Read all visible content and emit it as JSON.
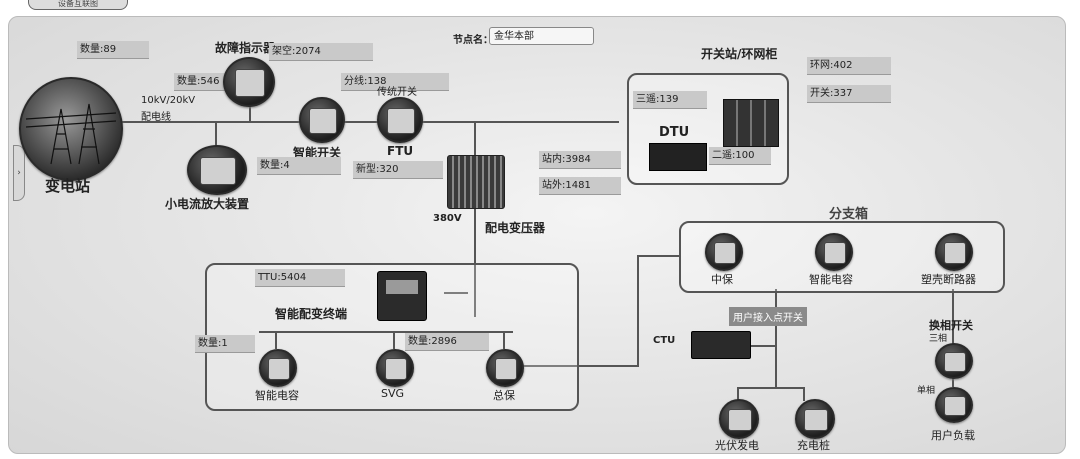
{
  "header_tab": "设备互联图",
  "node_name": {
    "label": "节点名：",
    "value": "金华本部"
  },
  "substation": {
    "title": "变电站",
    "count_tag": "数量:89"
  },
  "line_label": {
    "voltage": "10kV/20kV",
    "name": "配电线",
    "count_tag": "数量:546"
  },
  "fault_indicator": {
    "title": "故障指示器",
    "tag": "架空:2074"
  },
  "smart_switch": {
    "title": "智能开关",
    "tag_branch": "分线:138",
    "tag_new": "新型:320"
  },
  "ftu": {
    "title": "FTU",
    "tag": "传统开关"
  },
  "current_amp": {
    "title": "小电流放大装置",
    "tag": "数量:4"
  },
  "switch_station": {
    "title": "开关站/环网柜",
    "dtu": "DTU",
    "tag_ring": "环网:402",
    "tag_switch": "开关:337",
    "tag_three": "三遥:139",
    "tag_two": "二遥:100"
  },
  "transformer": {
    "title": "配电变压器",
    "voltage": "380V",
    "tag_in": "站内:3984",
    "tag_out": "站外:1481"
  },
  "terminal_box": {
    "title": "智能配变终端",
    "tag_ttu": "TTU:5404",
    "tag_count1": "数量:1",
    "tag_count2": "数量:2896",
    "items": [
      {
        "label": "智能电容"
      },
      {
        "label": "SVG"
      },
      {
        "label": "总保"
      }
    ]
  },
  "branch_box": {
    "title": "分支箱",
    "items": [
      {
        "label": "中保"
      },
      {
        "label": "智能电容"
      },
      {
        "label": "塑壳断路器"
      }
    ]
  },
  "ctu": {
    "title": "CTU",
    "access_label": "用户接入点开关"
  },
  "user_side": [
    {
      "label": "光伏发电"
    },
    {
      "label": "充电桩"
    }
  ],
  "phase_switch": {
    "title": "换相开关",
    "three": "三相",
    "single": "单相",
    "load": "用户负载"
  },
  "colors": {
    "line": "#555555",
    "tag_bg": "#c9c9c9",
    "panel": "#e6e6e6"
  }
}
